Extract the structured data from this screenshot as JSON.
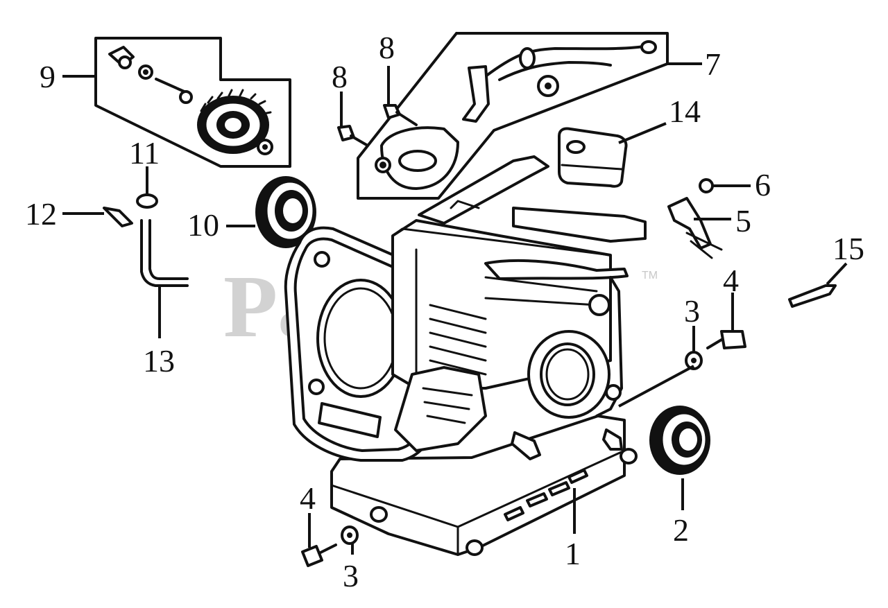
{
  "watermark": {
    "text": "PartsTree",
    "trademark": "TM"
  },
  "callouts": [
    {
      "id": "1",
      "label": "1"
    },
    {
      "id": "2",
      "label": "2"
    },
    {
      "id": "3a",
      "label": "3"
    },
    {
      "id": "3b",
      "label": "3"
    },
    {
      "id": "4a",
      "label": "4"
    },
    {
      "id": "4b",
      "label": "4"
    },
    {
      "id": "5",
      "label": "5"
    },
    {
      "id": "6",
      "label": "6"
    },
    {
      "id": "7",
      "label": "7"
    },
    {
      "id": "8a",
      "label": "8"
    },
    {
      "id": "8b",
      "label": "8"
    },
    {
      "id": "9",
      "label": "9"
    },
    {
      "id": "10",
      "label": "10"
    },
    {
      "id": "11",
      "label": "11"
    },
    {
      "id": "12",
      "label": "12"
    },
    {
      "id": "13",
      "label": "13"
    },
    {
      "id": "14",
      "label": "14"
    },
    {
      "id": "15",
      "label": "15"
    }
  ]
}
